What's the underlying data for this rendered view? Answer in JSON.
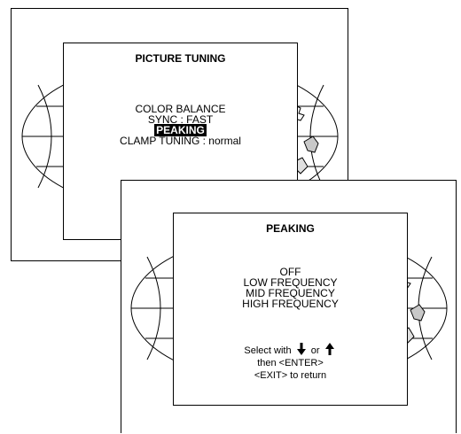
{
  "back_screen": {
    "title": "PICTURE TUNING",
    "items": [
      {
        "label": "COLOR BALANCE",
        "selected": false
      },
      {
        "label": "SYNC : FAST",
        "selected": false
      },
      {
        "label": "PEAKING",
        "selected": true
      },
      {
        "label": "CLAMP TUNING : normal",
        "selected": false
      }
    ]
  },
  "front_screen": {
    "title": "PEAKING",
    "items": [
      {
        "label": "OFF",
        "selected": false
      },
      {
        "label": "LOW FREQUENCY",
        "selected": false
      },
      {
        "label": "MID FREQUENCY",
        "selected": false
      },
      {
        "label": "HIGH FREQUENCY",
        "selected": false
      }
    ],
    "help": {
      "select_prefix": "Select with",
      "select_or": "or",
      "enter_line": "then <ENTER>",
      "exit_line": "<EXIT> to return"
    }
  },
  "icons": {
    "down": "arrow-down-icon",
    "up": "arrow-up-icon"
  },
  "colors": {
    "background": "#ffffff",
    "foreground": "#000000",
    "selection_bg": "#000000",
    "selection_fg": "#ffffff"
  }
}
